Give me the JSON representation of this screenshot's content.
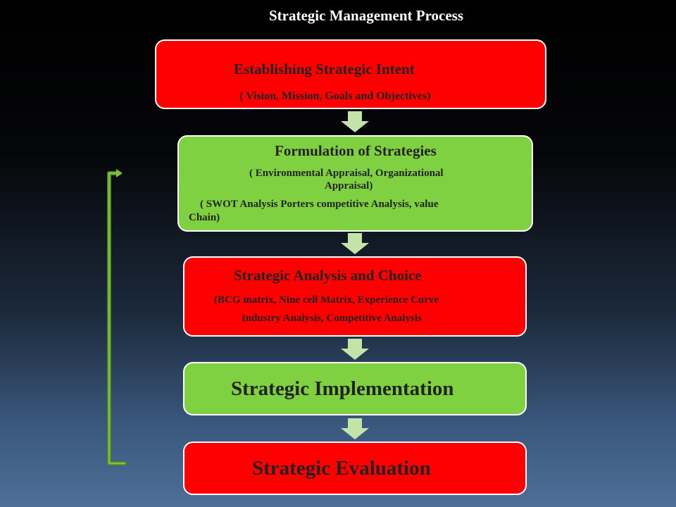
{
  "title": "Strategic Management Process",
  "colors": {
    "red_box": "#ff0000",
    "green_box": "#80d142",
    "arrow": "#c4e3a8",
    "loop": "#6aaa2e"
  },
  "boxes": [
    {
      "heading": "Establishing  Strategic Intent",
      "lines": [
        "( Vision,  Mission, Goals and Objectives)"
      ]
    },
    {
      "heading": "Formulation of Strategies",
      "lines": [
        "(  Environmental Appraisal, Organizational",
        "Appraisal)",
        "( SWOT Analysis  Porters competitive  Analysis, value",
        "Chain)"
      ]
    },
    {
      "heading": "Strategic Analysis and Choice",
      "lines": [
        "(BCG matrix, Nine cell Matrix, Experience Curve",
        "Industry Analysis, Competitive Analysis"
      ]
    },
    {
      "heading": "Strategic  Implementation",
      "lines": []
    },
    {
      "heading": "Strategic  Evaluation",
      "lines": []
    }
  ]
}
